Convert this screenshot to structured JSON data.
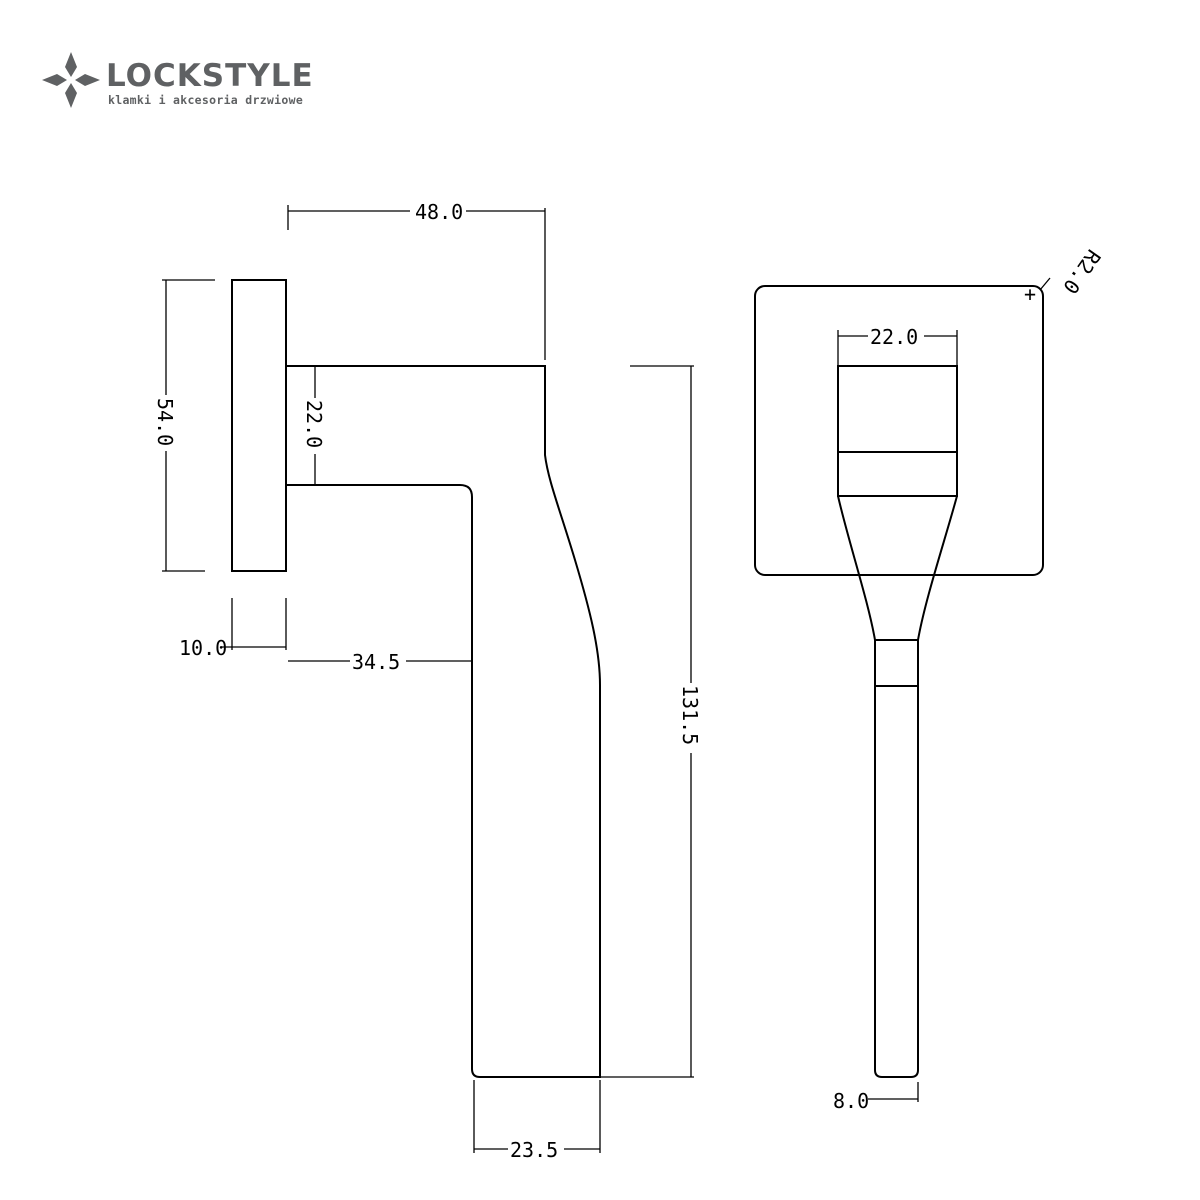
{
  "logo": {
    "brand": "LOCKSTYLE",
    "tagline": "klamki i akcesoria drzwiowe",
    "color": "#5f6163"
  },
  "dimensions": {
    "overall_projection": "48.0",
    "rose_height": "54.0",
    "lever_width_side": "22.0",
    "rose_thickness": "10.0",
    "lever_offset": "34.5",
    "lever_length": "131.5",
    "grip_width": "23.5",
    "lever_width_front": "22.0",
    "corner_radius": "R2.0",
    "tip_thickness": "8.0"
  }
}
